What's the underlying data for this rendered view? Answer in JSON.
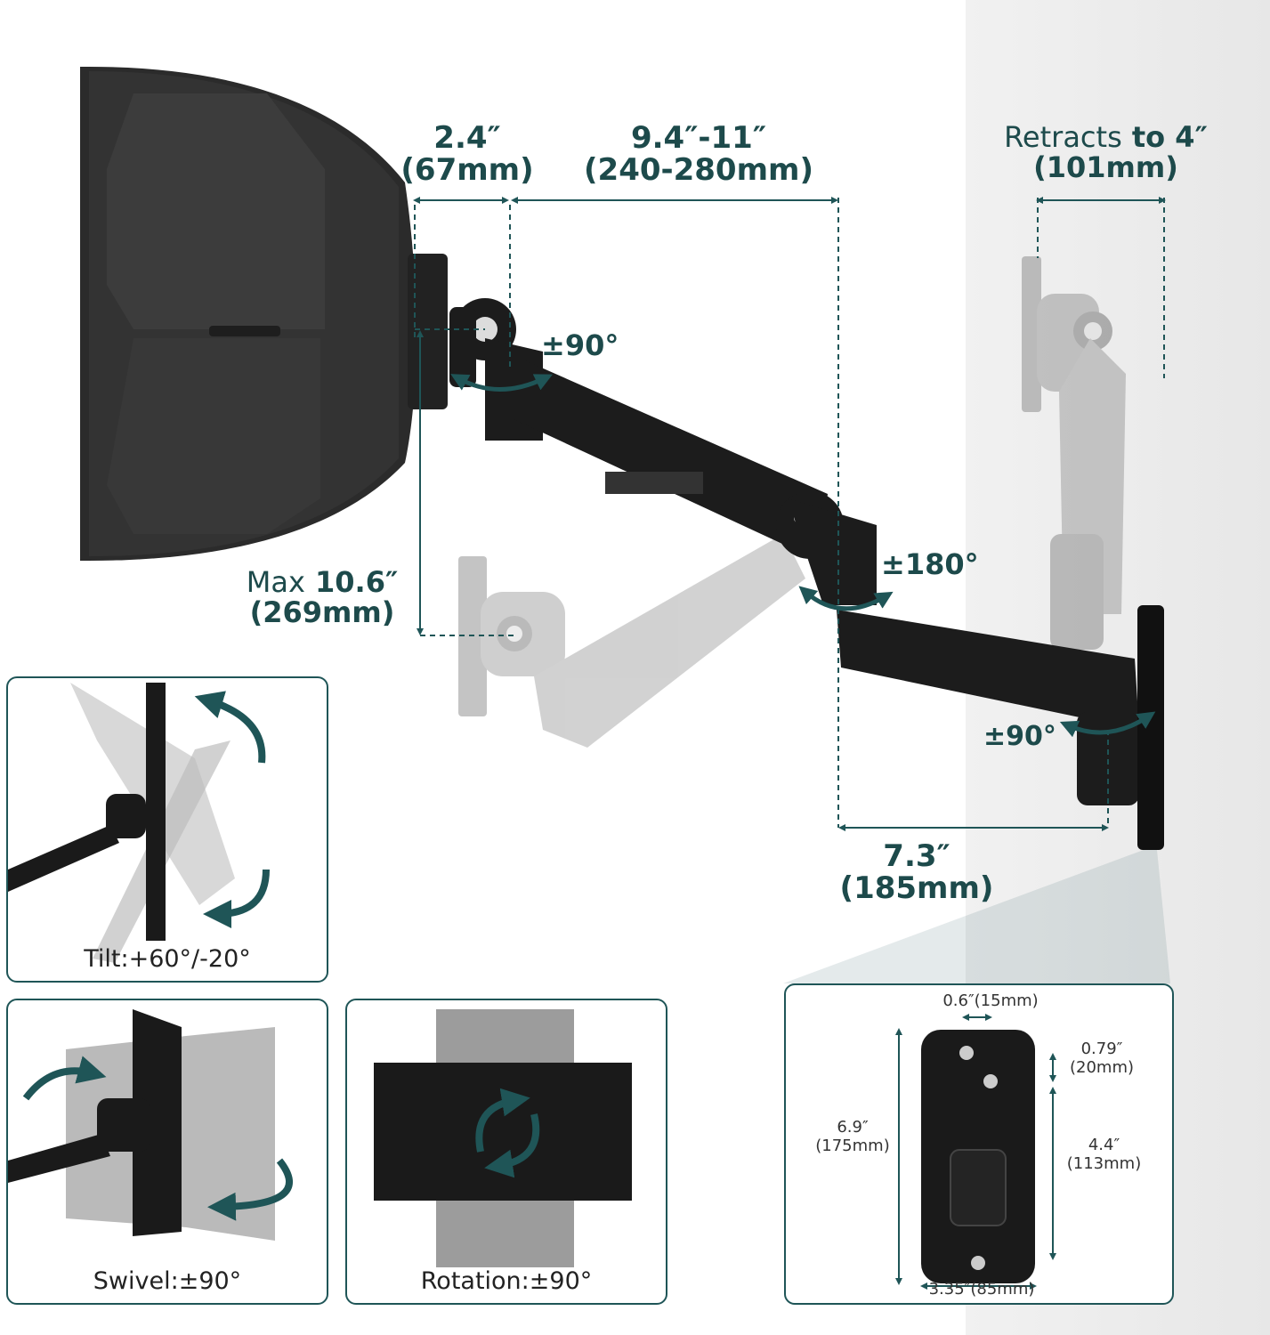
{
  "dimensions": {
    "monitor_offset": {
      "value": "2.4″",
      "metric": "(67mm)"
    },
    "arm_extension": {
      "value": "9.4″-11″",
      "metric": "(240-280mm)"
    },
    "retracts": {
      "prefix": "Retracts",
      "value": "to 4″",
      "metric": "(101mm)"
    },
    "max_height": {
      "prefix": "Max",
      "value": "10.6″",
      "metric": "(269mm)"
    },
    "lower_arm": {
      "value": "7.3″",
      "metric": "(185mm)"
    }
  },
  "angles": {
    "head": "±90°",
    "elbow": "±180°",
    "base": "±90°"
  },
  "panels": {
    "tilt": "Tilt:+60°/-20°",
    "swivel": "Swivel:±90°",
    "rotation": "Rotation:±90°"
  },
  "plate": {
    "top_offset": "0.6″(15mm)",
    "hole_spacing_in": "0.79″",
    "hole_spacing_mm": "(20mm)",
    "height_in": "6.9″",
    "height_mm": "(175mm)",
    "lower_spacing_in": "4.4″",
    "lower_spacing_mm": "(113mm)",
    "width": "3.35″(85mm)"
  },
  "colors": {
    "accent": "#1f5557",
    "arm": "#1a1a1a",
    "ghost": "#a8a8a8"
  },
  "icons": [
    "rotate-arrows-icon",
    "curved-arrow-icon"
  ]
}
